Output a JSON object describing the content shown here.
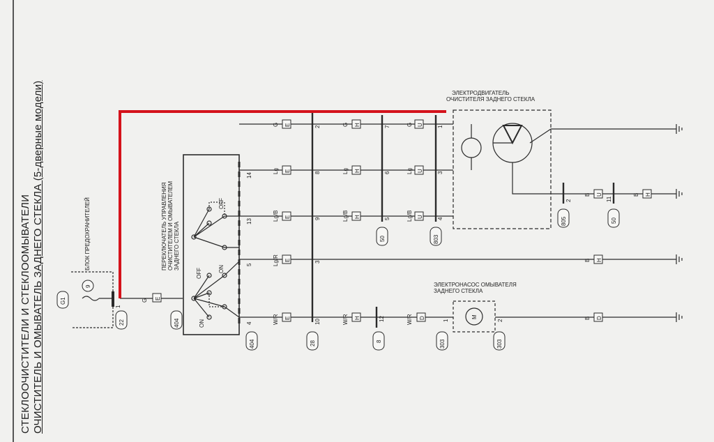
{
  "title": {
    "line1": "СТЕКЛООЧИСТИТЕЛИ И СТЕКЛООМЫВАТЕЛИ",
    "line2": "ОЧИСТИТЕЛЬ И ОМЫВАТЕЛЬ ЗАДНЕГО СТЕКЛА (5-дверные модели)"
  },
  "blocks": {
    "fuse_block": "БЛОК ПРЕДОХРАНИТЕЛЕЙ",
    "switch_l1": "ПЕРЕКЛЮЧАТЕЛЬ УПРАВЛЕНИЯ",
    "switch_l2": "ОЧИСТИТЕЛЕМ И ОМЫВАТЕЛЕМ",
    "switch_l3": "ЗАДНЕГО СТЕКЛА",
    "motor_l1": "ЭЛЕКТРОДВИГАТЕЛЬ",
    "motor_l2": "ОЧИСТИТЕЛЯ ЗАДНЕГО СТЕКЛА",
    "pump_l1": "ЭЛЕКТРОНАСОС ОМЫВАТЕЛЯ",
    "pump_l2": "ЗАДНЕГО СТЕКЛА"
  },
  "switch_positions": {
    "off": "OFF",
    "on": "ON"
  },
  "wires": {
    "g": "G",
    "lg": "Lg",
    "lgb": "Lg/B",
    "lgr": "Lg/R",
    "wr": "W/R",
    "b": "B"
  },
  "connectors": {
    "e": "E",
    "h": "H",
    "u": "U",
    "d": "D",
    "m": "M"
  },
  "pins": {
    "p1": "1",
    "p2": "2",
    "p3": "3",
    "p4": "4",
    "p5": "5",
    "p6": "6",
    "p7": "7",
    "p8": "8",
    "p9": "9",
    "p10": "10",
    "p11": "11",
    "p12": "12",
    "p13": "13",
    "p14": "14"
  },
  "connector_ids": {
    "c22": "22",
    "c404a": "404",
    "c404b": "404",
    "c28": "28",
    "c8": "8",
    "c50a": "50",
    "c803": "803",
    "c805": "805",
    "c50b": "50",
    "c303a": "303",
    "c303b": "303",
    "fuse_no": "9",
    "fuse_circle": "G1"
  },
  "colors": {
    "highlight": "#d4121b",
    "ink": "#2a2a2a"
  }
}
